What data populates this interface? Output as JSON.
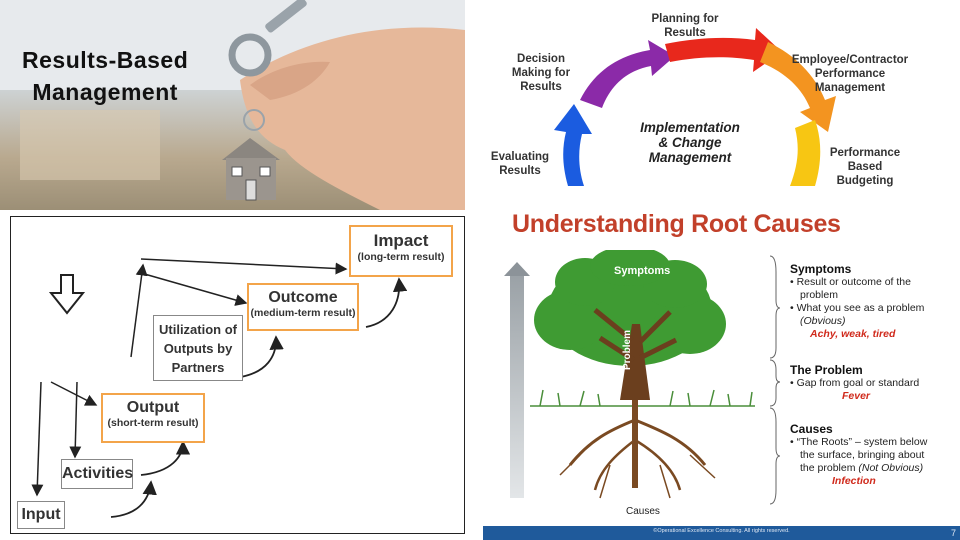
{
  "photo": {
    "title_line1": "Results-Based",
    "title_line2": "Management"
  },
  "cycle": {
    "planning": [
      "Planning for",
      "Results"
    ],
    "employee": [
      "Employee/Contractor",
      "Performance",
      "Management"
    ],
    "performance": [
      "Performance",
      "Based",
      "Budgeting"
    ],
    "evaluating": [
      "Evaluating",
      "Results"
    ],
    "decision": [
      "Decision",
      "Making for",
      "Results"
    ],
    "center": [
      "Implementation",
      "& Change",
      "Management"
    ],
    "colors": {
      "red": "#e8281c",
      "orange": "#f39420",
      "yellow": "#f7c613",
      "blue": "#1b5ce0",
      "purple": "#8b2aa8"
    }
  },
  "chain": {
    "impact": {
      "main": "Impact",
      "sub": "(long-term result)"
    },
    "outcome": {
      "main": "Outcome",
      "sub": "(medium-term result)"
    },
    "utilization": [
      "Utilization of",
      "Outputs by",
      "Partners"
    ],
    "output": {
      "main": "Output",
      "sub": "(short-term result)"
    },
    "activities": "Activities",
    "input": "Input",
    "accent": "#f3a44a"
  },
  "root_causes": {
    "title": "Understanding Root Causes",
    "symptoms_label": "Symptoms",
    "problem_label": "Problem",
    "causes_label": "Causes",
    "symptoms": {
      "head": "Symptoms",
      "bullet1_line1": "• Result or outcome of the",
      "bullet1_line2": "problem",
      "bullet2": "• What you see as a problem",
      "bullet2_note": "(Obvious)",
      "example": "Achy, weak, tired"
    },
    "problem": {
      "head": "The Problem",
      "bullet": "• Gap from goal or standard",
      "example": "Fever"
    },
    "causes": {
      "head": "Causes",
      "line1": "• “The Roots” – system below",
      "line2": "the surface, bringing about",
      "line3": "the problem",
      "line3_note": "(Not Obvious)",
      "example": "Infection"
    },
    "footer": "©Operational Excellence Consulting. All rights reserved.",
    "page": "7"
  }
}
